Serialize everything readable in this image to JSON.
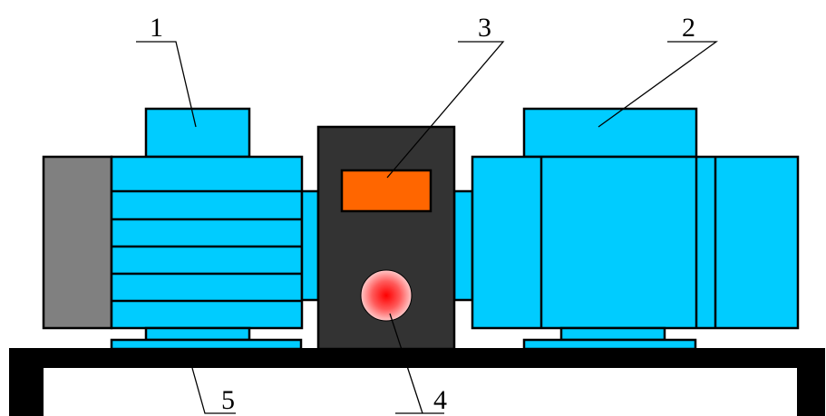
{
  "callouts": [
    {
      "id": "1",
      "label": "1"
    },
    {
      "id": "2",
      "label": "2"
    },
    {
      "id": "3",
      "label": "3"
    },
    {
      "id": "4",
      "label": "4"
    },
    {
      "id": "5",
      "label": "5"
    }
  ],
  "colors": {
    "motor_body": "#00ccff",
    "end_cap": "#808080",
    "control_box": "#333333",
    "display": "#ff6600",
    "indicator_light": "#ff2a2a",
    "base": "#000000",
    "outline": "#000000"
  }
}
